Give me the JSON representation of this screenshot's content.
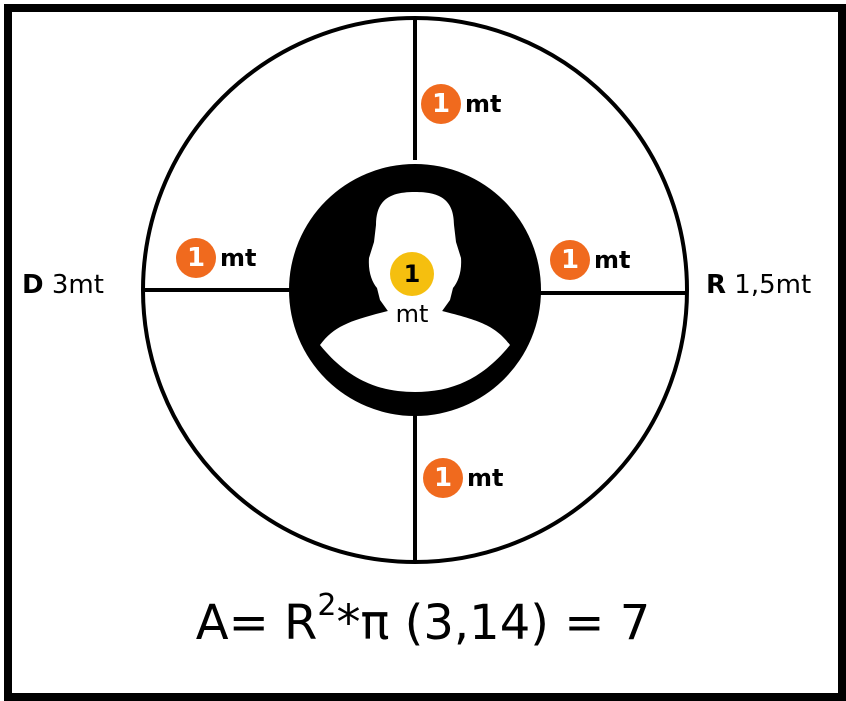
{
  "left_label": {
    "letter": "D",
    "value": "3mt"
  },
  "right_label": {
    "letter": "R",
    "value": "1,5mt"
  },
  "segments": {
    "top": {
      "number": "1",
      "unit": "mt"
    },
    "left": {
      "number": "1",
      "unit": "mt"
    },
    "right": {
      "number": "1",
      "unit": "mt"
    },
    "bottom": {
      "number": "1",
      "unit": "mt"
    }
  },
  "center": {
    "number": "1",
    "unit": "mt"
  },
  "formula": {
    "lhs": "A= R",
    "exponent": "2",
    "rhs": "*π (3,14) = 7"
  },
  "colors": {
    "badge": "#f06a1e",
    "center_badge": "#f5bf0f",
    "person": "#000000"
  },
  "icons": {
    "center": "person-silhouette-icon"
  }
}
